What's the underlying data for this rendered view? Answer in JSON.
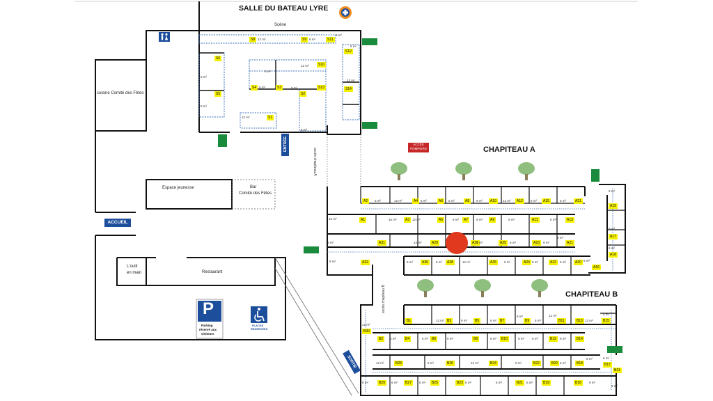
{
  "labels": {
    "hall_title": "SALLE DU BATEAU LYRE",
    "scene": "Scène",
    "cuisine": "cuisine Comité des Fêtes",
    "espace_jeunesse": "Espace jeunesse",
    "bar_line1": "Bar",
    "bar_line2": "Comité des Fêtes",
    "accueil": "ACCUEIL",
    "outil_line1": "L'outil",
    "outil_line2": "en main",
    "restaurant": "Restaurant",
    "chapiteau_a": "CHAPITEAU A",
    "chapiteau_b": "CHAPITEAU B",
    "entree": "ENTRÉE",
    "sortie": "SORTIE",
    "acces_pompiers_1": "ACCÈS",
    "acces_pompiers_2": "POMPIERS",
    "acces_chapiteau_a": "accès chapiteau A",
    "acces_chapiteau_b": "accès chapiteau B",
    "parking_letter": "P",
    "parking_text_1": "Parking",
    "parking_text_2": "réservé aux",
    "parking_text_3": "visiteurs",
    "handicap_text_1": "PLACES",
    "handicap_text_2": "RÉSERVÉES"
  },
  "hall_stands": [
    {
      "id": "S8",
      "area": "12 m²"
    },
    {
      "id": "S9",
      "area": "6 m²"
    },
    {
      "id": "S11",
      "area": "9 m²"
    },
    {
      "id": "S6",
      "area": "6 m²"
    },
    {
      "id": "S10",
      "area": "12 m²"
    },
    {
      "id": "S5",
      "area": "9 m²"
    },
    {
      "id": "S4",
      "area": "6 m²"
    },
    {
      "id": "S2",
      "area": "9 m²"
    },
    {
      "id": "S3",
      "area": "6 m²"
    },
    {
      "id": "S1",
      "area": "12 m²"
    },
    {
      "id": "S12",
      "area": "9 m²"
    },
    {
      "id": "S13",
      "area": "6 m²"
    },
    {
      "id": "S14",
      "area": "12 m²"
    }
  ],
  "chapiteau_a_stands": {
    "row1": [
      {
        "id": "A2",
        "area": "6 m²"
      },
      {
        "id": "A4",
        "area": "12 m²"
      },
      {
        "id": "A6",
        "area": "6 m²"
      },
      {
        "id": "A8",
        "area": "6 m²"
      },
      {
        "id": "A10",
        "area": "9 m²"
      },
      {
        "id": "A12",
        "area": "12 m²"
      },
      {
        "id": "A15",
        "area": "6 m²"
      },
      {
        "id": "A21",
        "area": "6 m²"
      }
    ],
    "row2": [
      {
        "id": "A1",
        "area": "15 m²"
      },
      {
        "id": "A3",
        "area": "15 m²"
      },
      {
        "id": "A5",
        "area": "12 m²"
      },
      {
        "id": "A7",
        "area": "9 m²"
      },
      {
        "id": "A9",
        "area": "9 m²"
      },
      {
        "id": "A11",
        "area": "9 m²"
      },
      {
        "id": "A13",
        "area": "6 m²"
      }
    ],
    "row3": [
      {
        "id": "A31",
        "area": "9 m²"
      },
      {
        "id": "A29",
        "area": "12 m²"
      },
      {
        "id": "A27",
        "area": "6 m²"
      },
      {
        "id": "A25",
        "area": "6 m²"
      },
      {
        "id": "A23",
        "area": "9 m²"
      },
      {
        "id": "A21",
        "area": "9 m²"
      }
    ],
    "row4": [
      {
        "id": "A32",
        "area": "9 m²"
      },
      {
        "id": "A30",
        "area": "9 m²"
      },
      {
        "id": "A28",
        "area": "9 m²"
      },
      {
        "id": "A26",
        "area": "12 m²"
      },
      {
        "id": "A24",
        "area": "9 m²"
      },
      {
        "id": "A22",
        "area": "9 m²"
      },
      {
        "id": "A20",
        "area": "6 m²"
      }
    ],
    "side": [
      {
        "id": "A19",
        "area": "9 m²"
      },
      {
        "id": "A17",
        "area": "9 m²"
      },
      {
        "id": "A18",
        "area": "6 m²"
      },
      {
        "id": "A16",
        "area": "6 m²"
      }
    ]
  },
  "chapiteau_b_stands": {
    "row1": [
      {
        "id": "B1",
        "area": "12 m²"
      },
      {
        "id": "B3",
        "area": "9 m²"
      },
      {
        "id": "B5",
        "area": "6 m²"
      },
      {
        "id": "B7",
        "area": "9 m²"
      },
      {
        "id": "B9",
        "area": "6 m²"
      },
      {
        "id": "B11",
        "area": "12 m²"
      },
      {
        "id": "B13",
        "area": "12 m²"
      },
      {
        "id": "B15",
        "area": "6 m²"
      }
    ],
    "row2": [
      {
        "id": "B2",
        "area": "6 m²"
      },
      {
        "id": "B4",
        "area": "6 m²"
      },
      {
        "id": "B6",
        "area": "9 m²"
      },
      {
        "id": "B8",
        "area": "6 m²"
      },
      {
        "id": "B10",
        "area": "6 m²"
      },
      {
        "id": "B12",
        "area": "6 m²"
      },
      {
        "id": "B14",
        "area": "9 m²"
      }
    ],
    "row3": [
      {
        "id": "B28",
        "area": "12 m²"
      },
      {
        "id": "B26",
        "area": "9 m²"
      },
      {
        "id": "B24",
        "area": "12 m²"
      },
      {
        "id": "B22",
        "area": "9 m²"
      },
      {
        "id": "B20",
        "area": "6 m²"
      },
      {
        "id": "B18",
        "area": "9 m²"
      },
      {
        "id": "B17",
        "area": "6 m²"
      }
    ],
    "row4": [
      {
        "id": "B29",
        "area": "9 m²"
      },
      {
        "id": "B27",
        "area": "6 m²"
      },
      {
        "id": "B25",
        "area": "6 m²"
      },
      {
        "id": "B23",
        "area": "6 m²"
      },
      {
        "id": "B21",
        "area": "6 m²"
      },
      {
        "id": "B19",
        "area": "6 m²"
      },
      {
        "id": "B16",
        "area": "9 m²"
      }
    ],
    "side": [
      {
        "id": "B30",
        "area": "12 m²"
      },
      {
        "id": "B31",
        "area": "9 m²"
      }
    ]
  },
  "colors": {
    "walls": "#111111",
    "stand_highlight": "#f5f000",
    "exit_green": "#1a8a3c",
    "badge_blue": "#1d4e9c",
    "marker_red": "#e0391e",
    "tree_green": "#8fbf7e",
    "dimension_blue": "#3b6fb6"
  },
  "icons": [
    "toilets-icon",
    "emergency-exit-icon",
    "first-aid-icon",
    "tree-icon",
    "parking-icon",
    "wheelchair-icon",
    "location-marker-icon"
  ]
}
